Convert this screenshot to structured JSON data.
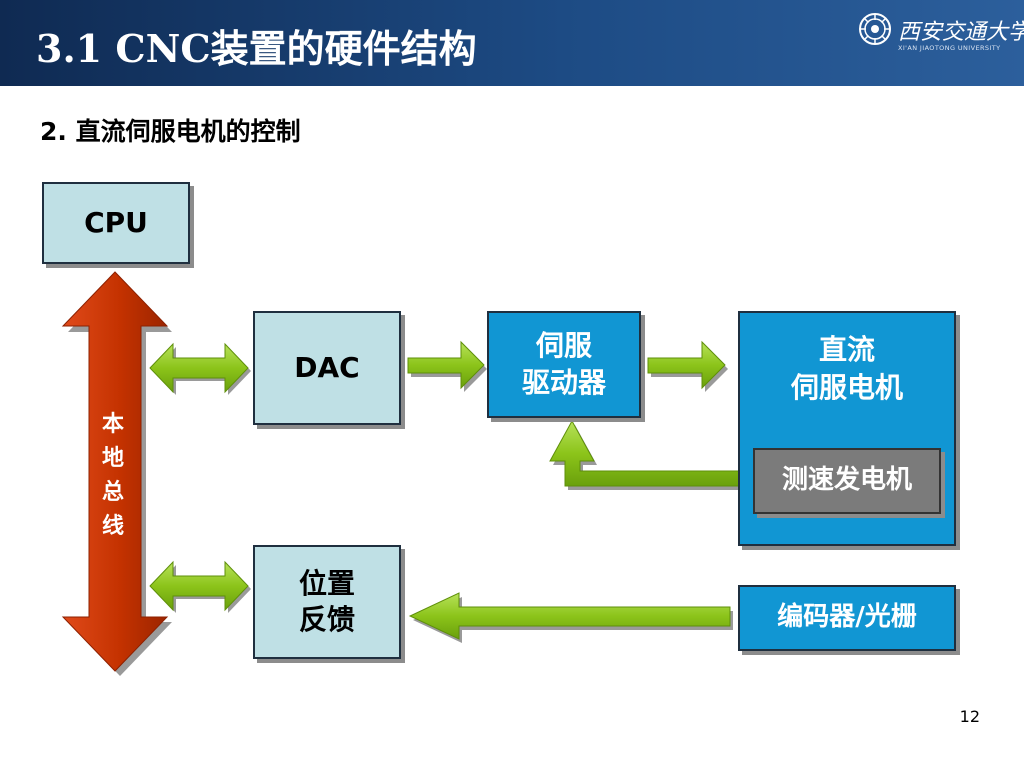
{
  "slide": {
    "title": "3.1 CNC装置的硬件结构",
    "subtitle": "2.  直流伺服电机的控制",
    "page_number": "12"
  },
  "logo": {
    "name_cn": "西安交通大学",
    "name_en": "XI'AN JIAOTONG UNIVERSITY"
  },
  "diagram": {
    "cpu": "CPU",
    "dac": "DAC",
    "servo_driver": [
      "伺服",
      "驱动器"
    ],
    "dc_servo_motor": [
      "直流",
      "伺服电机"
    ],
    "tachogenerator": "测速发电机",
    "position_feedback": [
      "位置",
      "反馈"
    ],
    "encoder": "编码器/光栅",
    "local_bus": [
      "本",
      "地",
      "总",
      "线"
    ]
  },
  "colors": {
    "header": "#1d4b84",
    "light_box": "#bfe0e5",
    "blue_box": "#1196d3",
    "tacho_box": "#7b7b7b",
    "bus_arrow": "#cc3300",
    "green_arrow": "#8cc41a"
  }
}
